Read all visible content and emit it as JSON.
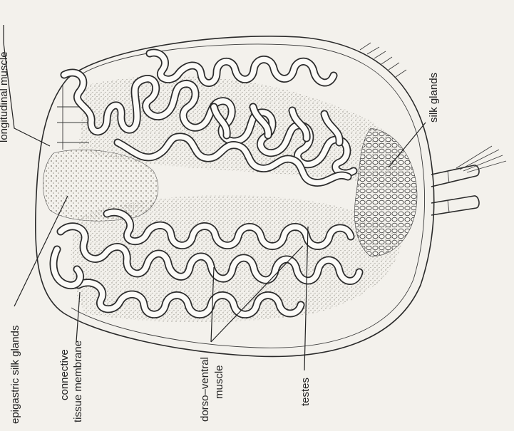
{
  "labels": {
    "longitudinal_muscle": "longitudinal muscle",
    "silk_glands": "silk glands",
    "epigastric_silk_glands": "epigastric silk glands",
    "connective_tissue_membrane_line1": "connective",
    "connective_tissue_membrane_line2": "tissue membrane",
    "dorso_ventral_muscle_line1": "dorso–ventral",
    "dorso_ventral_muscle_line2": "muscle",
    "testes": "testes"
  },
  "colors": {
    "background": "#f3f1ec",
    "ink": "#2b2b2b",
    "stipple": "#6f6b63"
  }
}
